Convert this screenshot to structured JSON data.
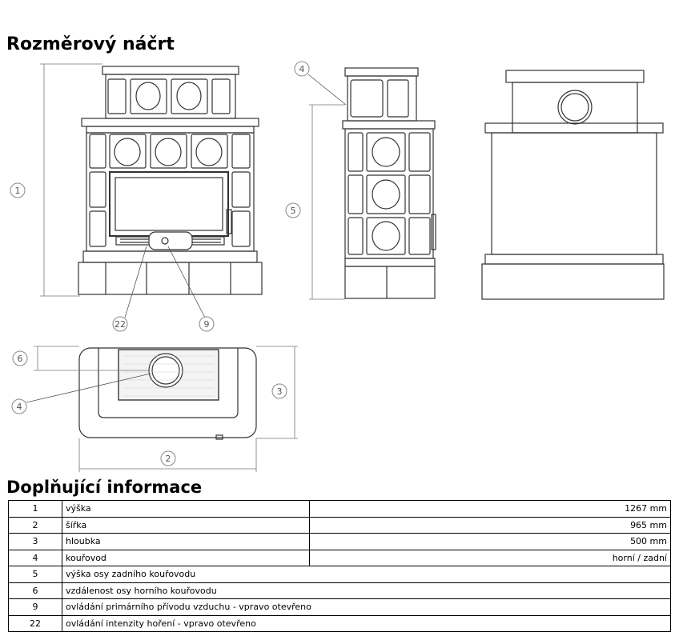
{
  "section_title": "Rozměrový náčrt",
  "info_title": "Doplňující informace",
  "callouts": [
    "1",
    "2",
    "3",
    "4",
    "5",
    "6",
    "9",
    "22"
  ],
  "rows": [
    {
      "num": "1",
      "label": "výška",
      "value": "1267 mm"
    },
    {
      "num": "2",
      "label": "šířka",
      "value": "965 mm"
    },
    {
      "num": "3",
      "label": "hloubka",
      "value": "500 mm"
    },
    {
      "num": "4",
      "label": "kouřovod",
      "value": "horní / zadní"
    },
    {
      "num": "5",
      "label": "výška osy zadního kouřovodu",
      "value": ""
    },
    {
      "num": "6",
      "label": "vzdálenost osy horního kouřovodu",
      "value": ""
    },
    {
      "num": "9",
      "label": "ovládání primárního přívodu vzduchu - vpravo otevřeno",
      "value": ""
    },
    {
      "num": "22",
      "label": "ovládání intenzity hoření - vpravo otevřeno",
      "value": ""
    }
  ]
}
